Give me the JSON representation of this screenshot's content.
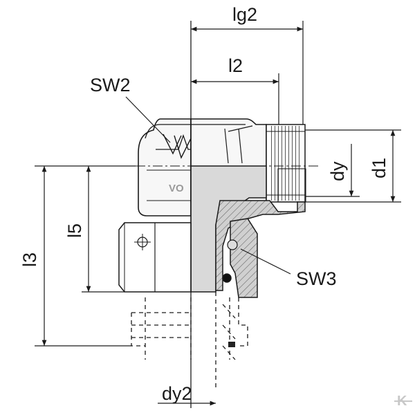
{
  "labels": {
    "lg2": "lg2",
    "l2": "l2",
    "sw2": "SW2",
    "sw3": "SW3",
    "dy": "dy",
    "d1": "d1",
    "l3": "l3",
    "l5": "l5",
    "dy2": "dy2"
  },
  "stamp_text": "VO",
  "watermark": "K",
  "colors": {
    "line": "#1a1a1a",
    "section": "#d9d9d9",
    "hatch": "#6a6a6a",
    "body_shade": "#eeeeee"
  }
}
